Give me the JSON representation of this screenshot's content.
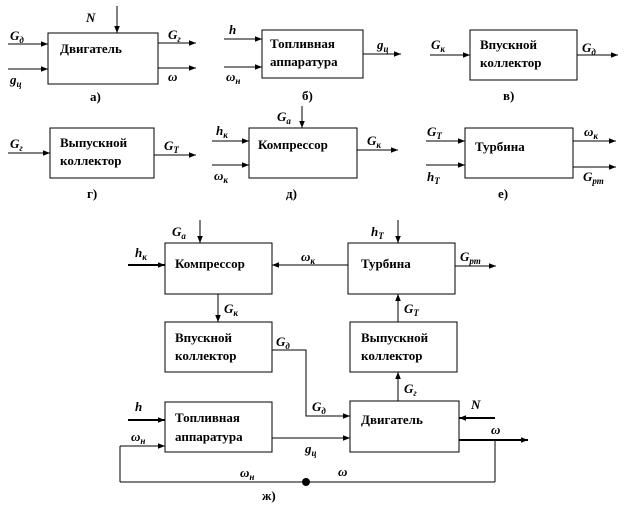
{
  "blocks": {
    "engine": "Двигатель",
    "fuel_line1": "Топливная",
    "fuel_line2": "аппаратура",
    "intake_line1": "Впускной",
    "intake_line2": "коллектор",
    "exhaust_line1": "Выпускной",
    "exhaust_line2": "коллектор",
    "compressor": "Компрессор",
    "turbine": "Турбина"
  },
  "signals": {
    "N": "N",
    "G_d": "G",
    "G_d_sub": "д",
    "g_ts": "g",
    "g_ts_sub": "ц",
    "G_g": "G",
    "G_g_sub": "г",
    "omega": "ω",
    "h": "h",
    "omega_n": "ω",
    "omega_n_sub": "н",
    "G_k": "G",
    "G_k_sub": "к",
    "G_T": "G",
    "G_T_sub": "Т",
    "h_k": "h",
    "h_k_sub": "к",
    "omega_k": "ω",
    "omega_k_sub": "к",
    "G_a": "G",
    "G_a_sub": "а",
    "h_T": "h",
    "h_T_sub": "Т",
    "G_pr": "G",
    "G_pr_sub": "рт"
  },
  "captions": {
    "a": "а)",
    "b": "б)",
    "v": "в)",
    "g": "г)",
    "d": "д)",
    "e": "е)",
    "zh": "ж)"
  }
}
